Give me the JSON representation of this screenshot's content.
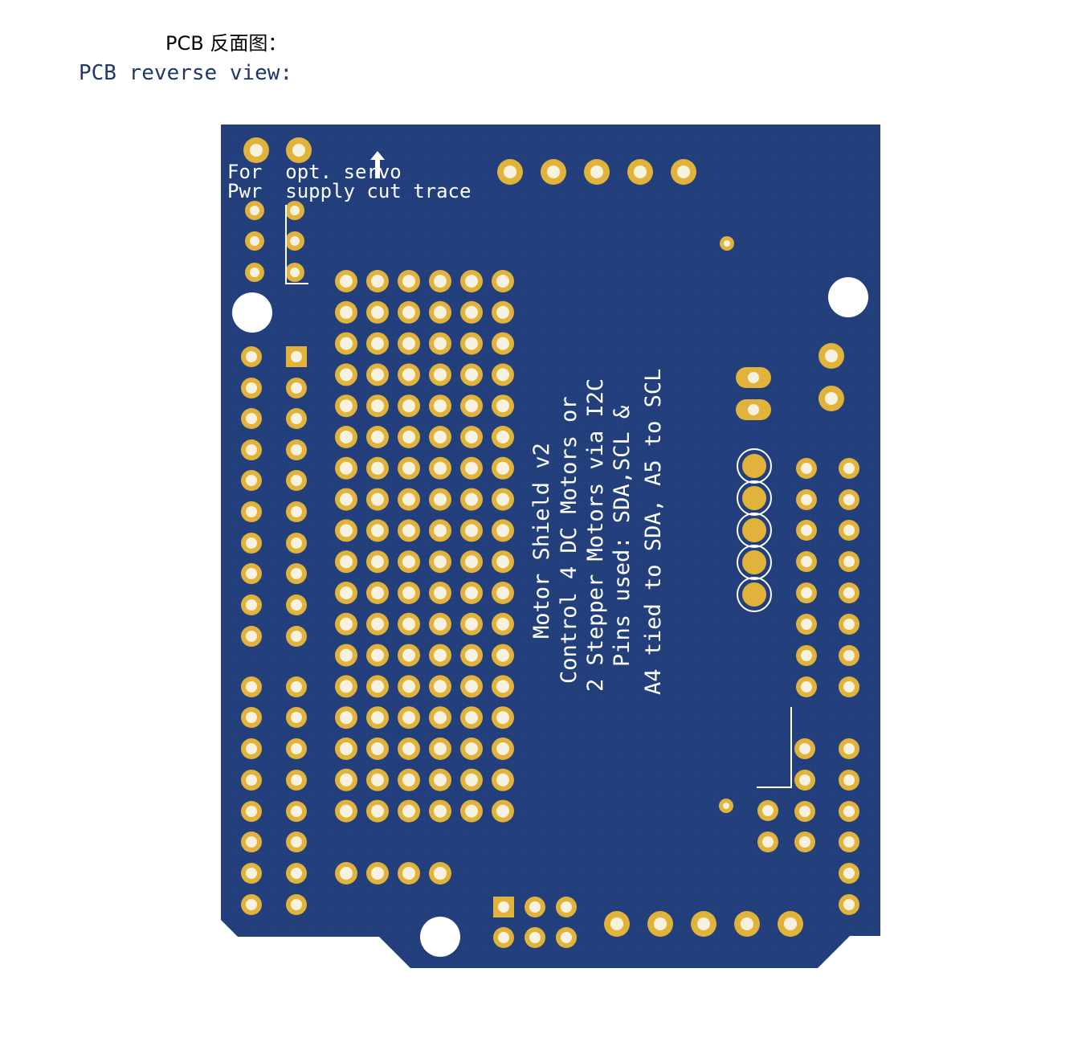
{
  "captions": {
    "chinese": "PCB 反面图：",
    "english": "PCB reverse view:"
  },
  "board": {
    "silkscreen_top_line1": "For  opt. servo",
    "silkscreen_top_line2": "Pwr  supply cut trace",
    "silkscreen_main": [
      "Motor Shield v2",
      "Control 4 DC Motors or",
      "2 Stepper Motors via I2C",
      "Pins used: SDA,SCL &",
      "A4 tied to SDA, A5 to SCL"
    ],
    "colors": {
      "board": "#223f7c",
      "pad": "#e1b33a",
      "pad_hole": "#f7f2df",
      "silk": "#ffffff",
      "mounting_hole": "#ffffff"
    }
  }
}
